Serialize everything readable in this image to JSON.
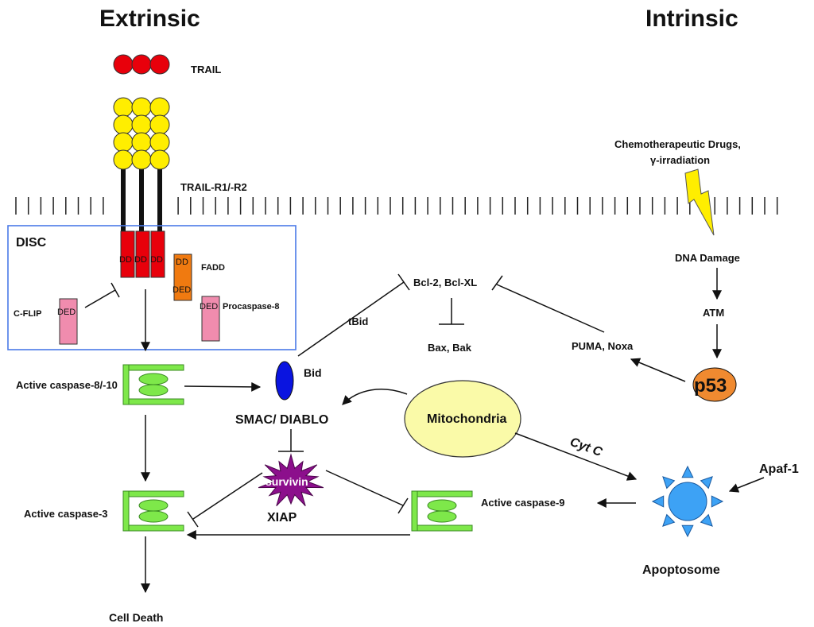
{
  "headers": {
    "extrinsic": "Extrinsic",
    "intrinsic": "Intrinsic"
  },
  "labels": {
    "trail": "TRAIL",
    "trail_receptor": "TRAIL-R1/-R2",
    "disc": "DISC",
    "fadd": "FADD",
    "cflip": "C-FLIP",
    "procaspase8": "Procaspase-8",
    "active_casp8": "Active caspase-8/-10",
    "active_casp3": "Active caspase-3",
    "cell_death": "Cell Death",
    "bid": "Bid",
    "tbid": "tBid",
    "bcl2": "Bcl-2, Bcl-XL",
    "baxbak": "Bax, Bak",
    "smac": "SMAC/ DIABLO",
    "survivin": "survivin",
    "xiap": "XIAP",
    "mitochondria": "Mitochondria",
    "cytc": "Cyt C",
    "puma": "PUMA, Noxa",
    "p53": "p53",
    "chemo_line1": "Chemotherapeutic Drugs,",
    "chemo_line2": "γ-irradiation",
    "dna_damage": "DNA Damage",
    "atm": "ATM",
    "apaf1": "Apaf-1",
    "active_casp9": "Active caspase-9",
    "apoptosome": "Apoptosome"
  },
  "domain_labels": {
    "dd": "DD",
    "ded": "DED"
  },
  "colors": {
    "trail": "#e8000b",
    "receptor": "#ffee00",
    "death_domain": "#e8000b",
    "fadd": "#f07a10",
    "pink": "#f08cae",
    "caspase": "#7ee84a",
    "bid": "#0a14e0",
    "survivin": "#8c0f8c",
    "mito": "#fafaa8",
    "p53": "#f08a30",
    "apoptosome": "#3da2f5",
    "lightning": "#ffee00",
    "disc_border": "#4a7ae8"
  }
}
